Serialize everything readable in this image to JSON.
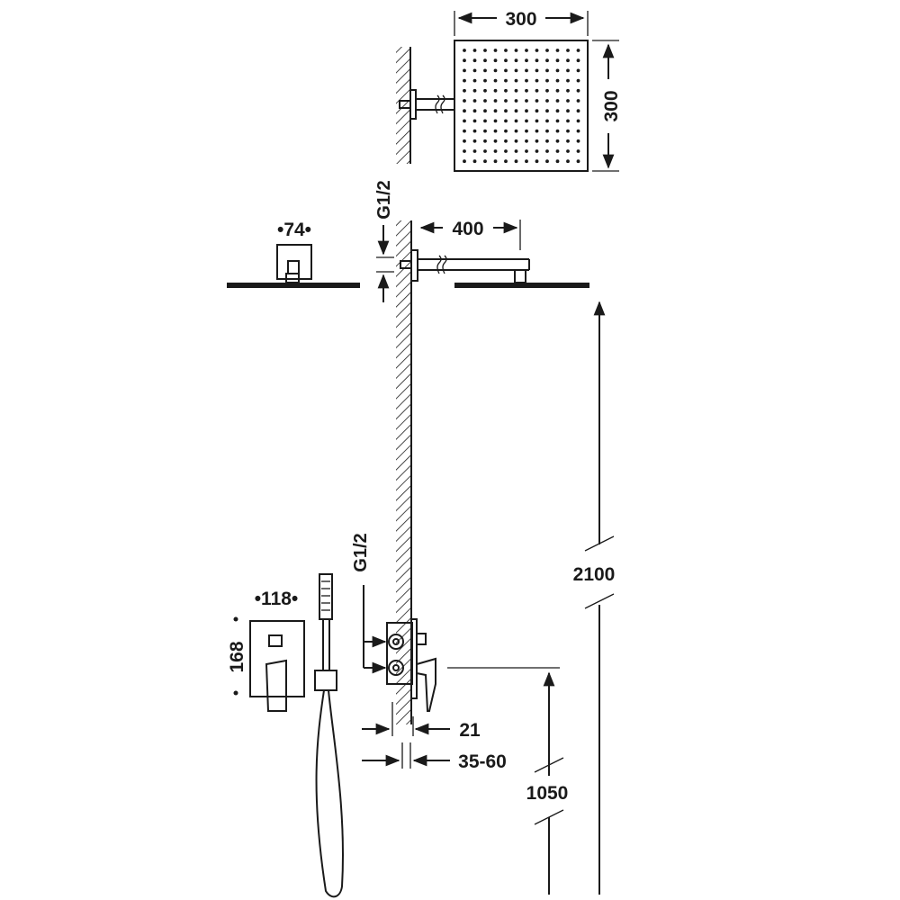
{
  "dimensions": {
    "shower_head_width": "300",
    "shower_head_depth": "300",
    "arm_length": "400",
    "arm_thread": "G1/2",
    "flange_diameter": "•74•",
    "head_height": "2100",
    "mixer_plate_width": "•118•",
    "mixer_plate_height": "168",
    "mixer_thread": "G1/2",
    "mixer_projection": "21",
    "mixer_recess": "35-60",
    "mixer_height": "1050"
  },
  "colors": {
    "line": "#1a1a1a",
    "wall_hatch": "#1a1a1a",
    "background": "#ffffff"
  }
}
